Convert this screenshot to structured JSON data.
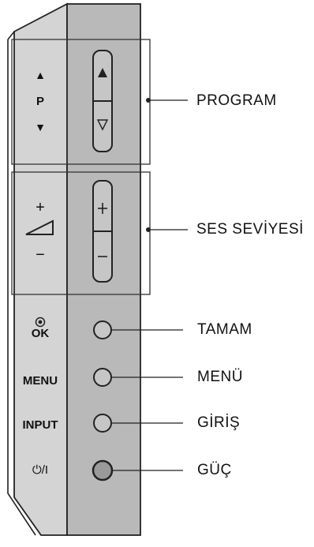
{
  "panel": {
    "program_group": {
      "up_arrow": "▲",
      "letter": "P",
      "down_arrow": "▼"
    },
    "volume_group": {
      "plus": "+",
      "minus": "−"
    },
    "button_labels": {
      "ok": "OK",
      "menu": "MENU",
      "input": "INPUT",
      "power": "⏻/I"
    }
  },
  "callouts": {
    "program": "PROGRAM",
    "volume": "SES SEVİYESİ",
    "ok": "TAMAM",
    "menu": "MENÜ",
    "input": "GİRİŞ",
    "power": "GÜÇ"
  },
  "colors": {
    "panel_dark": "#b9b9b9",
    "panel_light": "#d4d4d4",
    "outline": "#222222",
    "power_button_fill": "#9a9a9a"
  }
}
